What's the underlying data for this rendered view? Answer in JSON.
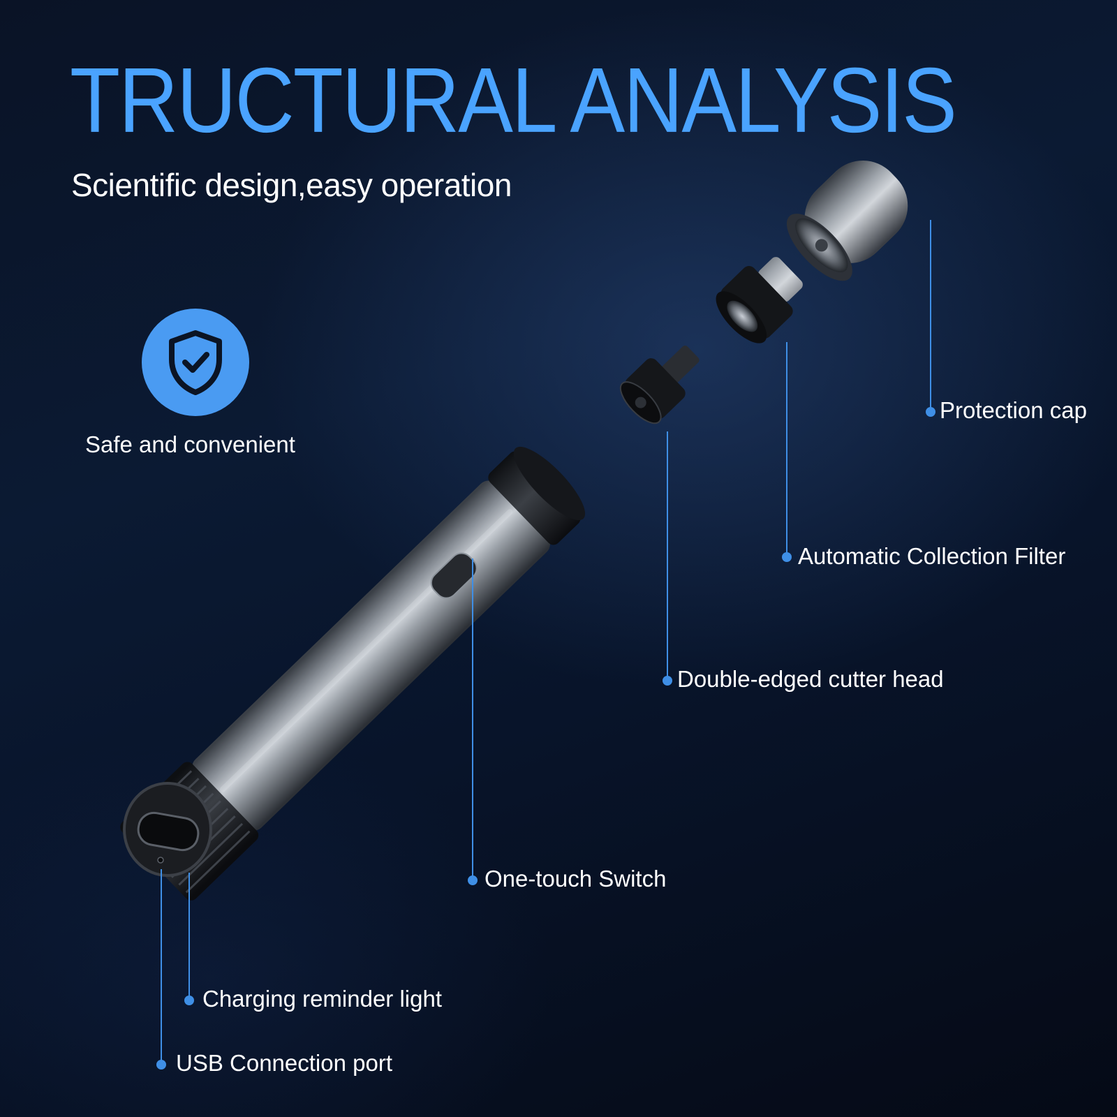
{
  "header": {
    "title": "TRUCTURAL ANALYSIS",
    "subtitle": "Scientific design,easy operation"
  },
  "badge": {
    "icon": "shield-check-icon",
    "label": "Safe and convenient"
  },
  "callouts": [
    "Protection cap",
    "Automatic Collection Filter",
    "Double-edged cutter head",
    "One-touch Switch",
    "Charging reminder light",
    "USB Connection port"
  ],
  "colors": {
    "accent": "#4aa3ff",
    "badge": "#4a9bf2",
    "background": "#0a1326"
  }
}
